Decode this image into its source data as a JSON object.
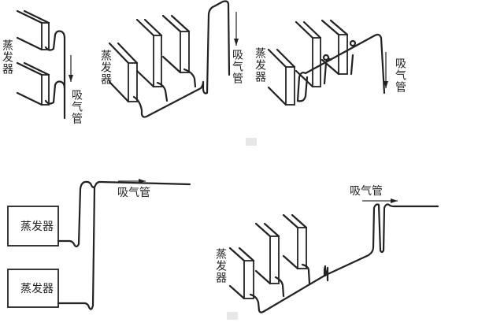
{
  "diagrams": [
    {
      "evaporator_label": "蒸发器",
      "suction_label": "吸气管"
    },
    {
      "evaporator_label": "蒸发器",
      "suction_label": "吸气管"
    },
    {
      "evaporator_label": "蒸发器",
      "suction_label": "吸气管"
    },
    {
      "evaporator_labels": [
        "蒸发器",
        "蒸发器"
      ],
      "suction_label": "吸气管"
    },
    {
      "evaporator_label": "蒸发器",
      "suction_label": "吸气管"
    }
  ]
}
